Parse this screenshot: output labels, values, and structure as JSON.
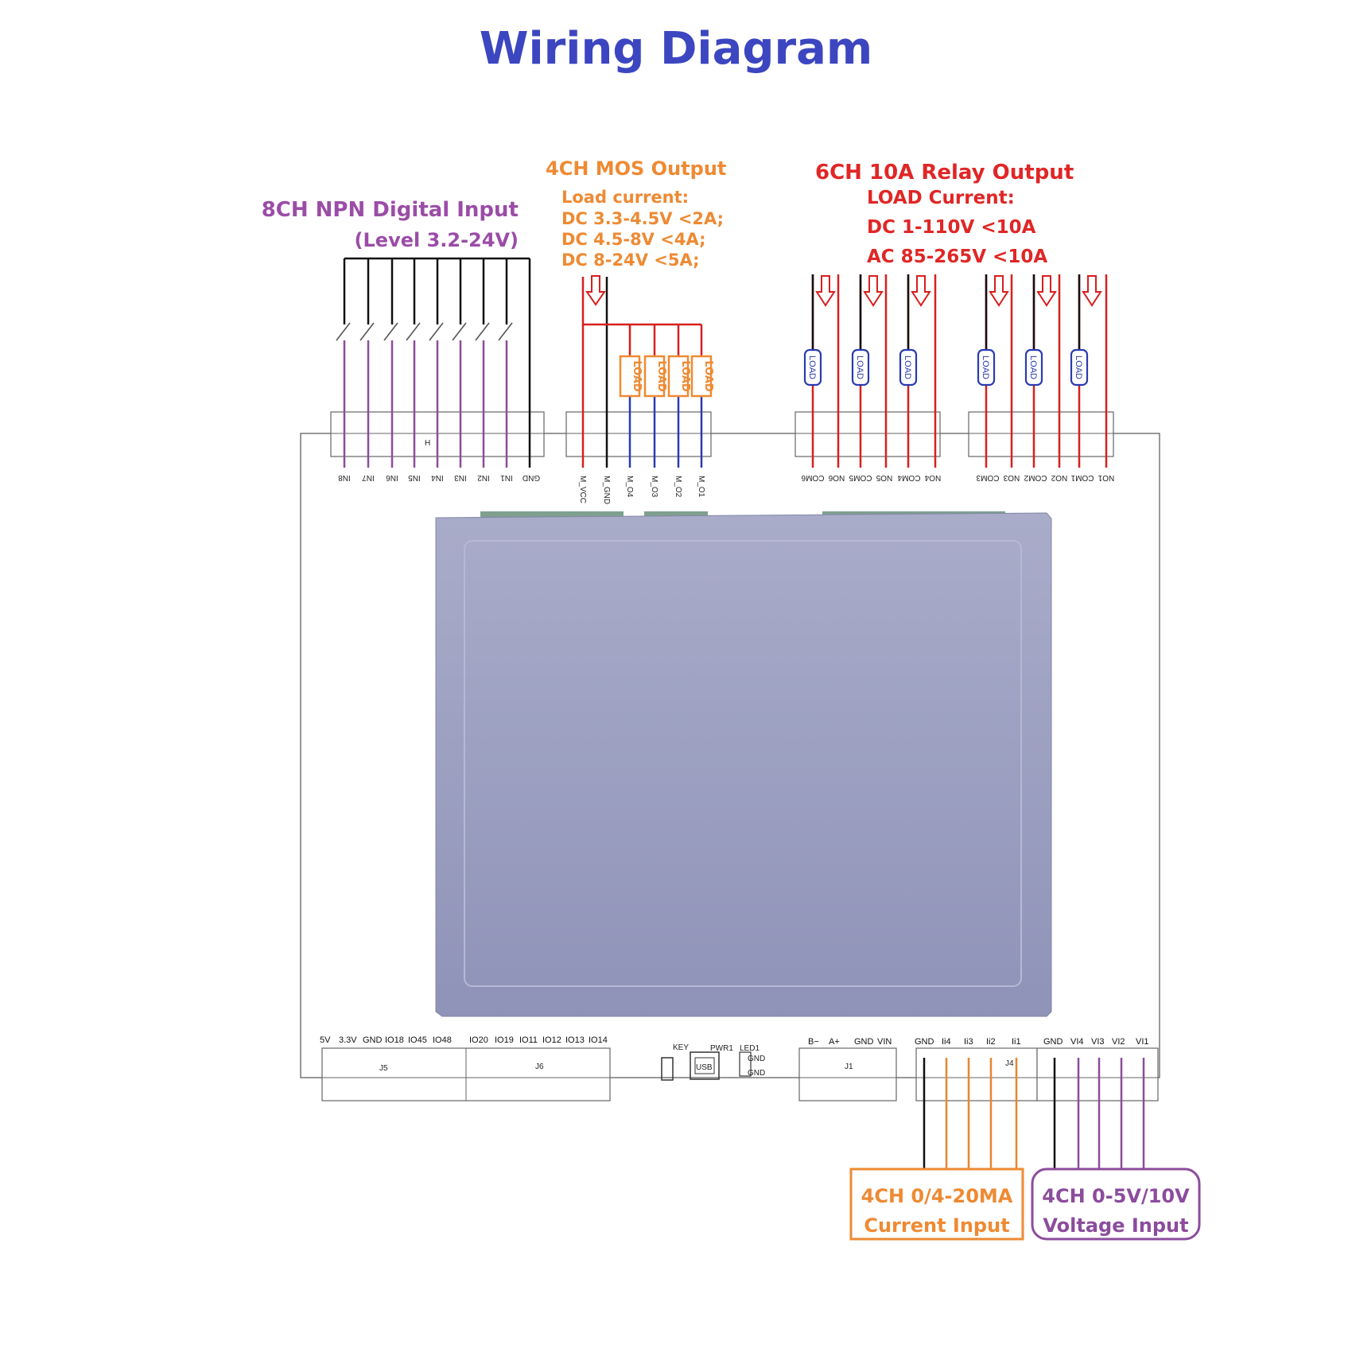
{
  "title": "Wiring Diagram",
  "colors": {
    "title": "#3c46c0",
    "npn": "#9b4ca7",
    "mos": "#ee8a33",
    "relay": "#e02626",
    "wire_red": "#d81f1f",
    "wire_blue": "#2a3bb0",
    "wire_purple": "#8c4c9d",
    "wire_orange": "#e8862f",
    "wire_black": "#111111",
    "case": "#9fa3c4"
  },
  "npn": {
    "title": "8CH NPN Digital Input",
    "subtitle": "(Level 3.2-24V)",
    "pins": [
      "IN8",
      "IN7",
      "IN6",
      "IN5",
      "IN4",
      "IN3",
      "IN2",
      "IN1",
      "GND"
    ],
    "marker": "H"
  },
  "mos": {
    "title": "4CH MOS Output",
    "lines": [
      "Load current:",
      "DC 3.3-4.5V <2A;",
      "DC 4.5-8V <4A;",
      "DC 8-24V <5A;"
    ],
    "pins": [
      "M_VCC",
      "M_GND",
      "M_O4",
      "M_O3",
      "M_O2",
      "M_O1"
    ],
    "load": "LOAD"
  },
  "relay": {
    "title": "6CH 10A Relay Output",
    "lines": [
      "LOAD Current:",
      "DC 1-110V <10A",
      "AC 85-265V <10A"
    ],
    "pins_left": [
      "COM6",
      "NO6",
      "COM5",
      "NO5",
      "COM4",
      "NO4"
    ],
    "pins_right": [
      "COM3",
      "NO3",
      "COM2",
      "NO2",
      "COM1",
      "NO1"
    ],
    "load": "LOAD"
  },
  "bottom": {
    "j5_pins": [
      "5V",
      "3.3V",
      "GND",
      "IO18",
      "IO45",
      "IO48"
    ],
    "j5_label": "J5",
    "j6_pins": [
      "IO20",
      "IO19",
      "IO11",
      "IO12",
      "IO13",
      "IO14"
    ],
    "j6_label": "J6",
    "key": "KEY",
    "usb": "USB",
    "pwr": "PWR1",
    "led": "LED1",
    "gnd1": "GND",
    "gnd2": "GND",
    "j1_pins": [
      "B−",
      "A+",
      "GND",
      "VIN"
    ],
    "j1_label": "J1",
    "j4_pins": [
      "GND",
      "Ii4",
      "Ii3",
      "Ii2",
      "Ii1"
    ],
    "j4_label": "J4",
    "vi_pins": [
      "GND",
      "VI4",
      "VI3",
      "VI2",
      "VI1"
    ]
  },
  "current_box": {
    "line1": "4CH 0/4-20MA",
    "line2": "Current Input"
  },
  "voltage_box": {
    "line1": "4CH 0-5V/10V",
    "line2": "Voltage Input"
  }
}
